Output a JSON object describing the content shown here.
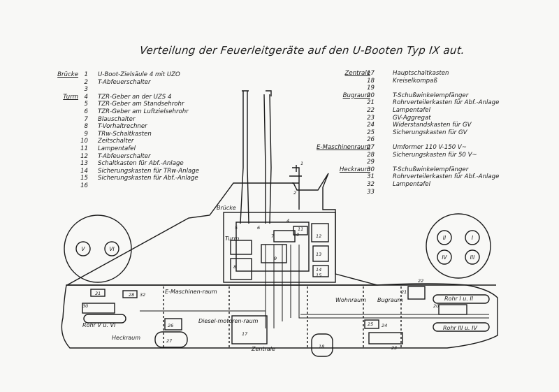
{
  "title": "Verteilung der Feuerleitgeräte auf den U-Booten Typ IX aut.",
  "legend_left": [
    {
      "section": "Brücke",
      "num": "1",
      "text": "U-Boot-Zielsäule 4 mit UZO"
    },
    {
      "section": "",
      "num": "2",
      "text": "T-Abfeuerschalter"
    },
    {
      "section": "",
      "num": "3",
      "text": ""
    },
    {
      "section": "Turm",
      "num": "4",
      "text": "TZR-Geber an der UZS 4"
    },
    {
      "section": "",
      "num": "5",
      "text": "TZR-Geber am Standsehrohr"
    },
    {
      "section": "",
      "num": "6",
      "text": "TZR-Geber am Luftzielsehrohr"
    },
    {
      "section": "",
      "num": "7",
      "text": "Blauschalter"
    },
    {
      "section": "",
      "num": "8",
      "text": "T-Vorhaltrechner"
    },
    {
      "section": "",
      "num": "9",
      "text": "TRw-Schaltkasten"
    },
    {
      "section": "",
      "num": "10",
      "text": "Zeitschalter"
    },
    {
      "section": "",
      "num": "11",
      "text": "Lampentafel"
    },
    {
      "section": "",
      "num": "12",
      "text": "T-Abfeuerschalter"
    },
    {
      "section": "",
      "num": "13",
      "text": "Schaltkasten für Abf.-Anlage"
    },
    {
      "section": "",
      "num": "14",
      "text": "Sicherungskasten für TRw-Anlage"
    },
    {
      "section": "",
      "num": "15",
      "text": "Sicherungskasten für Abf.-Anlage"
    },
    {
      "section": "",
      "num": "16",
      "text": ""
    }
  ],
  "legend_right": [
    {
      "section": "Zentrale",
      "num": "17",
      "text": "Hauptschaltkasten"
    },
    {
      "section": "",
      "num": "18",
      "text": "Kreiselkompaß"
    },
    {
      "section": "",
      "num": "19",
      "text": ""
    },
    {
      "section": "Bugraum",
      "num": "20",
      "text": "T-Schußwinkelempfänger"
    },
    {
      "section": "",
      "num": "21",
      "text": "Rohrverteilerkasten für Abf.-Anlage"
    },
    {
      "section": "",
      "num": "22",
      "text": "Lampentafel"
    },
    {
      "section": "",
      "num": "23",
      "text": "GV-Aggregat"
    },
    {
      "section": "",
      "num": "24",
      "text": "Widerstandskasten für GV"
    },
    {
      "section": "",
      "num": "25",
      "text": "Sicherungskasten für GV"
    },
    {
      "section": "",
      "num": "26",
      "text": ""
    },
    {
      "section": "E-Maschinenraum",
      "num": "27",
      "text": "Umformer 110 V-150 V~"
    },
    {
      "section": "",
      "num": "28",
      "text": "Sicherungskasten für 50 V~"
    },
    {
      "section": "",
      "num": "29",
      "text": ""
    },
    {
      "section": "Heckraum",
      "num": "30",
      "text": "T-Schußwinkelempfänger"
    },
    {
      "section": "",
      "num": "31",
      "text": "Rohrverteilerkasten für Abf.-Anlage"
    },
    {
      "section": "",
      "num": "32",
      "text": "Lampentafel"
    },
    {
      "section": "",
      "num": "33",
      "text": ""
    }
  ],
  "diagram": {
    "labels": {
      "bruecke": "Brücke",
      "turm": "Turm",
      "e_maschinenraum": "E-Maschinen-raum",
      "diesel_motorenraum": "Diesel-motoren-raum",
      "heckraum": "Heckraum",
      "zentrale": "Zentrale",
      "wohnraum": "Wohnraum",
      "bugraum": "Bugraum",
      "rohr_5_6": "Rohr V u. VI",
      "rohr_1_2": "Rohr I u. II",
      "rohr_3_4": "Rohr III u. IV"
    },
    "tube_marks_left": [
      "V",
      "VI"
    ],
    "tube_marks_right": [
      "II",
      "I",
      "IV",
      "III"
    ],
    "numbers": [
      "1",
      "2",
      "4",
      "5",
      "6",
      "7",
      "8",
      "9",
      "10",
      "11",
      "12",
      "13",
      "14",
      "15",
      "17",
      "18",
      "20",
      "21",
      "22",
      "23",
      "24",
      "25",
      "26",
      "27",
      "28",
      "30",
      "31",
      "32"
    ]
  }
}
